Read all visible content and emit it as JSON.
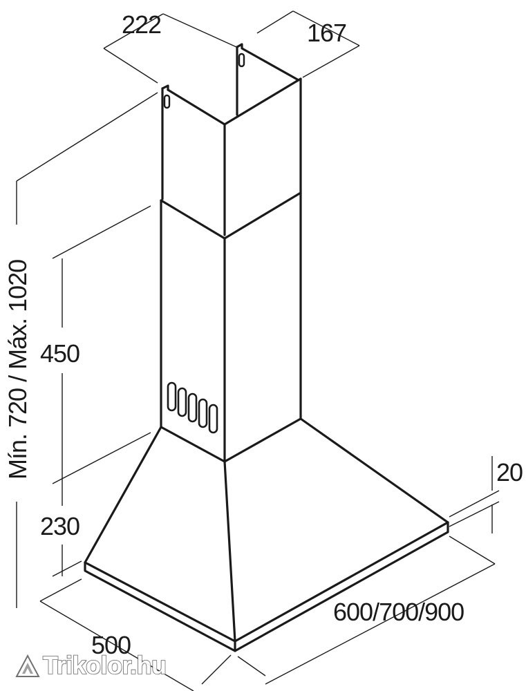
{
  "dimensions": {
    "width_top": "222",
    "depth_top": "167",
    "height_range": "Mín. 720 / Máx. 1020",
    "chimney_height": "450",
    "canopy_height": "230",
    "rim_thickness": "20",
    "width_bottom": "600/700/900",
    "depth_bottom": "500"
  },
  "watermark": {
    "text": "Trikolor.hu",
    "icon": "trikolor-logo-icon"
  }
}
